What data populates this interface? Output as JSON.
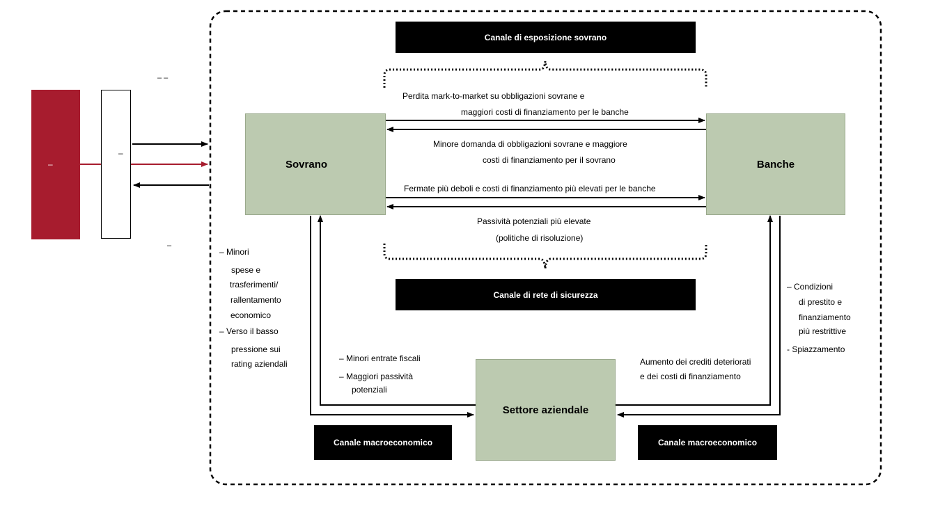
{
  "left_panel": {
    "red_box_label": "–",
    "white_box_label": "–",
    "top_label": "–  –",
    "bottom_label": "–"
  },
  "channels": {
    "sovereign_exposure": "Canale di esposizione sovrano",
    "safety_net": "Canale di rete di sicurezza",
    "macro_left": "Canale macroeconomico",
    "macro_right": "Canale macroeconomico"
  },
  "nodes": {
    "sovereign": "Sovrano",
    "banks": "Banche",
    "corporate": "Settore aziendale"
  },
  "edge_labels": {
    "mtm_line1": "Perdita mark-to-market su obbligazioni sovrane e",
    "mtm_line2": "maggiori costi di finanziamento per le banche",
    "demand_line1": "Minore domanda di obbligazioni sovrane e maggiore",
    "demand_line2": "costi di finanziamento per il sovrano",
    "guarantees": "Fermate più deboli e costi di finanziamento più elevati per le banche",
    "liabilities_line1": "Passività potenziali più elevate",
    "liabilities_line2": "(politiche di risoluzione)"
  },
  "left_side_list": [
    "– Minori",
    "spese e",
    "trasferimenti/",
    "rallentamento",
    "economico",
    "– Verso il basso",
    "pressione sui",
    "rating aziendali"
  ],
  "right_side_list": [
    "– Condizioni",
    "di prestito e",
    "finanziamento",
    "più restrittive",
    "- Spiazzamento"
  ],
  "corporate_to_sovereign": [
    "– Minori entrate fiscali",
    "– Maggiori passività",
    "potenziali"
  ],
  "corporate_to_banks": [
    "Aumento dei crediti deteriorati",
    "e dei costi di finanziamento"
  ],
  "colors": {
    "red": "#a71c2e",
    "green": "#bccab0",
    "black": "#000000"
  }
}
